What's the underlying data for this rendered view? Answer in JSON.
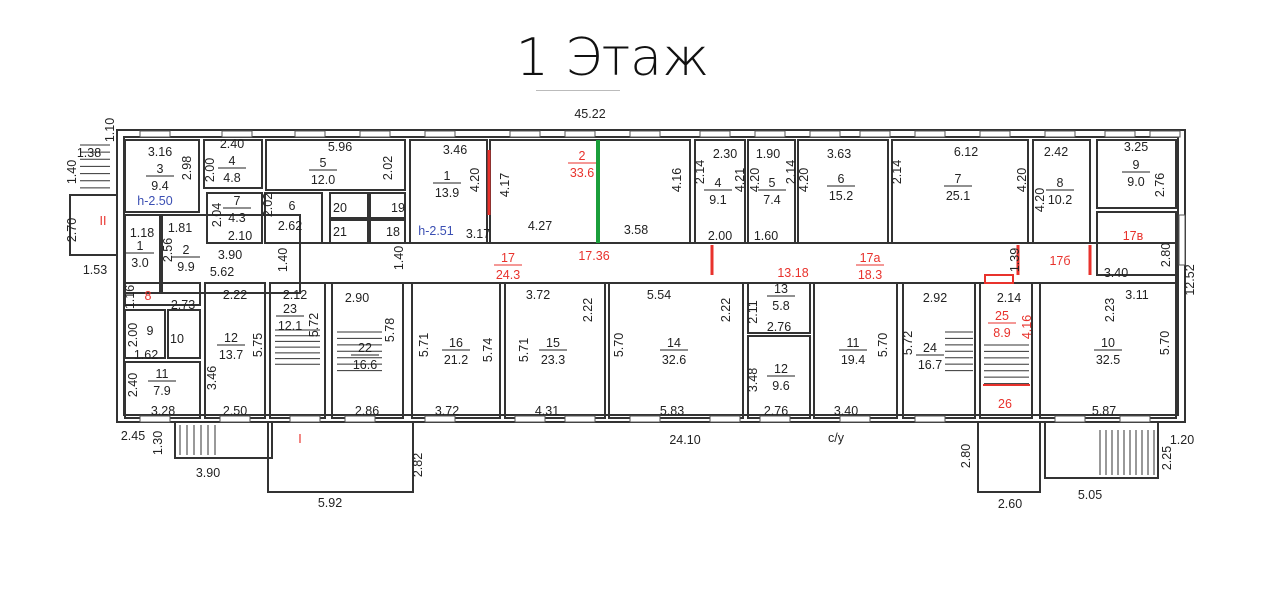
{
  "title": "1 Этаж",
  "colors": {
    "wall": "#333333",
    "red": "#e8322c",
    "blue": "#3b4fb3",
    "green": "#1a9e3a"
  },
  "rooms": [
    {
      "num": "3",
      "area": "9.4"
    },
    {
      "num": "4",
      "area": "4.8"
    },
    {
      "num": "5",
      "area": "12.0"
    },
    {
      "num": "7",
      "area": "4.3"
    },
    {
      "num": "1",
      "area": "13.9"
    },
    {
      "num": "2",
      "area": "33.6"
    },
    {
      "num": "4",
      "area": "9.1"
    },
    {
      "num": "5",
      "area": "7.4"
    },
    {
      "num": "6",
      "area": "15.2"
    },
    {
      "num": "7",
      "area": "25.1"
    },
    {
      "num": "8",
      "area": "10.2"
    },
    {
      "num": "9",
      "area": "9.0"
    },
    {
      "num": "1",
      "area": "3.0"
    },
    {
      "num": "2",
      "area": "9.9"
    },
    {
      "num": "17",
      "area": "24.3"
    },
    {
      "num": "17а",
      "area": "18.3"
    },
    {
      "num": "11",
      "area": "7.9"
    },
    {
      "num": "12",
      "area": "13.7"
    },
    {
      "num": "23",
      "area": "12.1"
    },
    {
      "num": "22",
      "area": "16.6"
    },
    {
      "num": "16",
      "area": "21.2"
    },
    {
      "num": "15",
      "area": "23.3"
    },
    {
      "num": "14",
      "area": "32.6"
    },
    {
      "num": "13",
      "area": "5.8"
    },
    {
      "num": "12",
      "area": "9.6"
    },
    {
      "num": "11",
      "area": "19.4"
    },
    {
      "num": "24",
      "area": "16.7"
    },
    {
      "num": "25",
      "area": "8.9"
    },
    {
      "num": "10",
      "area": "32.5"
    }
  ],
  "labels": [
    "6",
    "20",
    "21",
    "19",
    "18",
    "9",
    "10",
    "II",
    "8",
    "I",
    "17б",
    "17в",
    "26",
    "h-2.50",
    "h-2.51",
    "c/y"
  ],
  "dims": [
    "45.22",
    "1.10",
    "1.38",
    "1.40",
    "2.70",
    "1.53",
    "3.16",
    "2.98",
    "2.40",
    "2.00",
    "5.96",
    "2.02",
    "3.46",
    "4.20",
    "2.04",
    "2.02",
    "2.10",
    "2.62",
    "3.90",
    "1.18",
    "1.81",
    "2.56",
    "5.62",
    "1.40",
    "1.40",
    "3.17",
    "4.17",
    "4.27",
    "17.36",
    "3.58",
    "4.16",
    "2.30",
    "2.14",
    "4.21",
    "2.00",
    "1.90",
    "4.20",
    "2.14",
    "1.60",
    "3.63",
    "4.20",
    "13.18",
    "2.14",
    "6.12",
    "4.20",
    "2.42",
    "4.20",
    "3.25",
    "2.76",
    "1.39",
    "3.40",
    "2.80",
    "12.52",
    "1.16",
    "2.73",
    "2.00",
    "1.62",
    "2.40",
    "3.28",
    "3.46",
    "2.22",
    "5.75",
    "2.50",
    "2.12",
    "5.72",
    "2.90",
    "5.78",
    "2.86",
    "5.71",
    "5.74",
    "3.72",
    "3.72",
    "2.22",
    "5.71",
    "4.31",
    "5.54",
    "2.22",
    "5.70",
    "5.83",
    "2.11",
    "2.76",
    "3.48",
    "2.76",
    "5.70",
    "3.40",
    "2.92",
    "5.72",
    "2.14",
    "4.16",
    "3.11",
    "2.23",
    "5.70",
    "5.87",
    "2.45",
    "1.30",
    "3.90",
    "24.10",
    "5.92",
    "2.82",
    "2.80",
    "2.60",
    "5.05",
    "1.20",
    "2.25"
  ]
}
